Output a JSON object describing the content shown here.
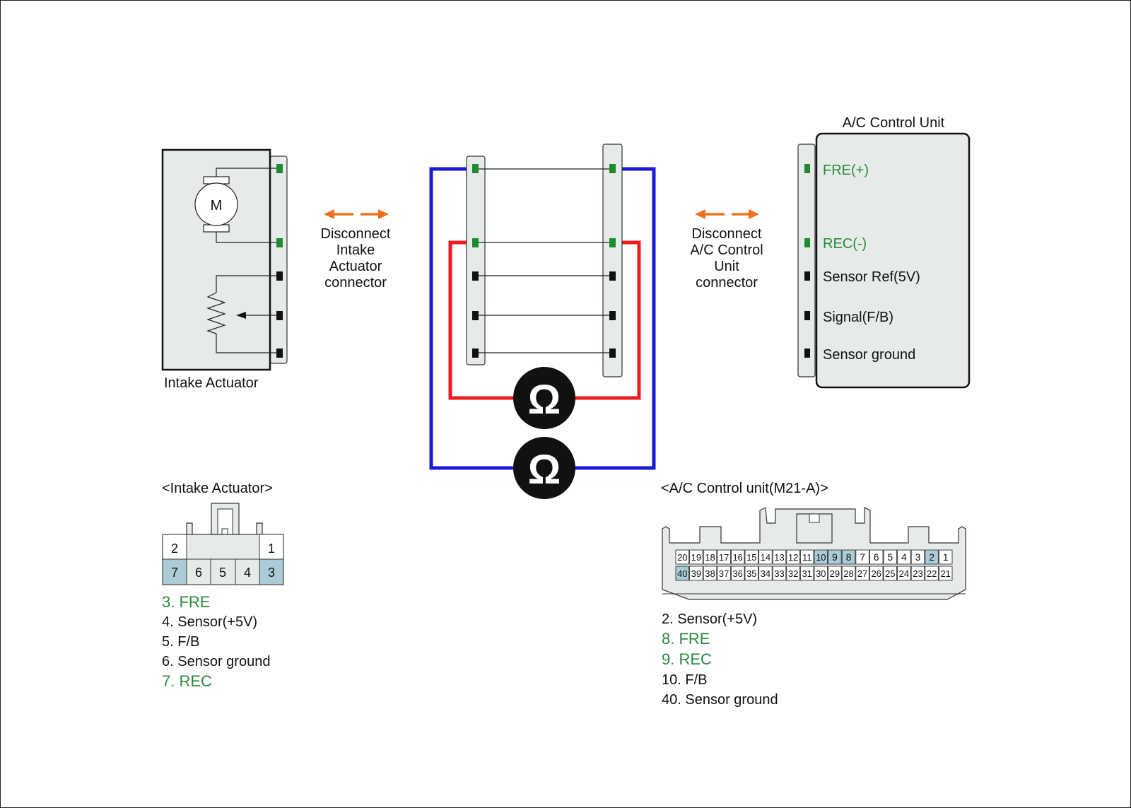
{
  "colors": {
    "green": "#2a8a3a",
    "blue": "#1a1ad8",
    "red": "#ee1c1c",
    "orange": "#f07020",
    "connector_fill": "#e6ebea",
    "pin_highlight": "#a9ccd6",
    "pin_green": "#1f8a2f",
    "pin_black": "#111111"
  },
  "actuator": {
    "label": "Intake Actuator",
    "motor_symbol": "M",
    "pins": [
      "green",
      "green",
      "black",
      "black",
      "black"
    ]
  },
  "disconnect_left": {
    "lines": [
      "Disconnect",
      "Intake",
      "Actuator",
      "connector"
    ]
  },
  "disconnect_right": {
    "lines": [
      "Disconnect",
      "A/C Control",
      "Unit",
      "connector"
    ]
  },
  "ohmmeter_symbol": "Ω",
  "acu": {
    "title": "A/C Control Unit",
    "pins": [
      {
        "label": "FRE(+)",
        "color": "green"
      },
      {
        "label": "REC(-)",
        "color": "green"
      },
      {
        "label": "Sensor Ref(5V)",
        "color": "black"
      },
      {
        "label": "Signal(F/B)",
        "color": "black"
      },
      {
        "label": "Sensor ground",
        "color": "black"
      }
    ]
  },
  "intake_connector": {
    "title": "<Intake Actuator>",
    "top_row": [
      "2",
      "1"
    ],
    "bottom_row": [
      "7",
      "6",
      "5",
      "4",
      "3"
    ],
    "highlighted": [
      "7",
      "3"
    ],
    "legend": [
      {
        "text": "3. FRE",
        "color": "green"
      },
      {
        "text": "4. Sensor(+5V)",
        "color": "black"
      },
      {
        "text": "5. F/B",
        "color": "black"
      },
      {
        "text": "6. Sensor ground",
        "color": "black"
      },
      {
        "text": "7. REC",
        "color": "green"
      }
    ]
  },
  "acu_connector": {
    "title": "<A/C Control unit(M21-A)>",
    "top_row": [
      "20",
      "19",
      "18",
      "17",
      "16",
      "15",
      "14",
      "13",
      "12",
      "11",
      "10",
      "9",
      "8",
      "7",
      "6",
      "5",
      "4",
      "3",
      "2",
      "1"
    ],
    "bottom_row": [
      "40",
      "39",
      "38",
      "37",
      "36",
      "35",
      "34",
      "33",
      "32",
      "31",
      "30",
      "29",
      "28",
      "27",
      "26",
      "25",
      "24",
      "23",
      "22",
      "21"
    ],
    "highlighted": [
      "10",
      "9",
      "8",
      "2",
      "40"
    ],
    "legend": [
      {
        "text": "2. Sensor(+5V)",
        "color": "black"
      },
      {
        "text": "8. FRE",
        "color": "green"
      },
      {
        "text": "9. REC",
        "color": "green"
      },
      {
        "text": "10. F/B",
        "color": "black"
      },
      {
        "text": "40. Sensor ground",
        "color": "black"
      }
    ]
  }
}
